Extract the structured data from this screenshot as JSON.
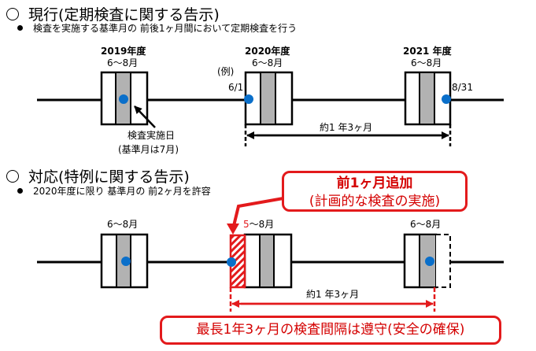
{
  "section_current": {
    "heading": "現行(定期検査に関する告示)",
    "bullet": "検査を実施する基準月の 前後1ヶ月間において定期検査を行う",
    "years": [
      {
        "label": "2019年度",
        "months": "6〜8月"
      },
      {
        "label": "2020年度",
        "months": "6〜8月"
      },
      {
        "label": "2021 年度",
        "months": "6〜8月"
      }
    ],
    "example_label": "(例)",
    "start_date": "6/1",
    "end_date": "8/31",
    "inspection_day_label": "検査実施日",
    "base_month_note": "(基準月は7月)",
    "interval_label": "約1 年3ヶ月"
  },
  "section_special": {
    "heading": "対応(特例に関する告示)",
    "bullet": "2020年度に限り 基準月の 前2ヶ月を許容",
    "periods": [
      {
        "months": "6〜8月"
      },
      {
        "months_prefix": "5",
        "months_rest": "〜8月"
      },
      {
        "months": "6〜8月"
      }
    ],
    "callout_top_line1": "前1ヶ月追加",
    "callout_top_line2": "(計画的な検査の実施)",
    "interval_label": "約1 年3ヶ月",
    "callout_bottom": "最長1年3ヶ月の検査間隔は遵守(安全の確保)"
  },
  "colors": {
    "accent_red": "#e31a1c",
    "dot_blue": "#0a6fca",
    "period_gray": "#b2b2b2"
  }
}
